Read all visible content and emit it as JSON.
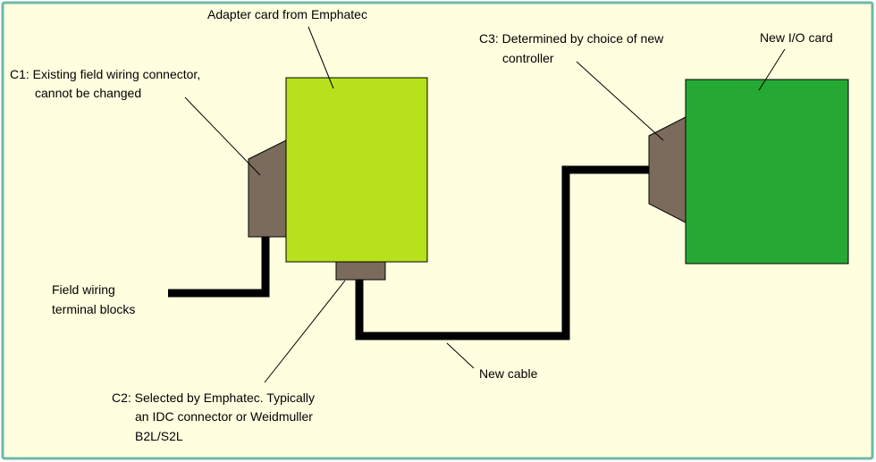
{
  "colors": {
    "background": "#ffffe0",
    "border": "#6fb8a8",
    "adapter_card": "#b7e21b",
    "io_card": "#26a834",
    "connector": "#7b6b5c",
    "cable": "#000000",
    "leader": "#000000"
  },
  "labels": {
    "adapter": "Adapter card from Emphatec",
    "c1": [
      "C1:  Existing field wiring connector,",
      "cannot be changed"
    ],
    "c3": [
      "C3: Determined by choice of new",
      "controller"
    ],
    "io": "New I/O card",
    "field": [
      "Field wiring",
      "terminal blocks"
    ],
    "cable": "New cable",
    "c2": [
      "C2: Selected by Emphatec.  Typically",
      "an IDC connector or Weidmuller",
      "B2L/S2L"
    ]
  }
}
